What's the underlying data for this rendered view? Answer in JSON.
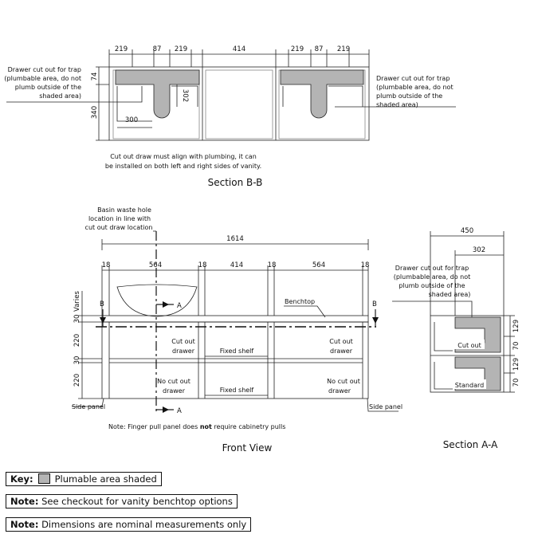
{
  "section_bb": {
    "title": "Section B-B",
    "dims_top": [
      "219",
      "87",
      "219",
      "414",
      "219",
      "87",
      "219"
    ],
    "dim_74": "74",
    "dim_340": "340",
    "dim_302": "302",
    "dim_300": "300",
    "note_left": [
      "Drawer cut out for trap",
      "(plumbable area, do not",
      "plumb outside of the",
      "shaded area)"
    ],
    "note_right": [
      "Drawer cut out for trap",
      "(plumbable area, do not",
      "plumb outside of the",
      "shaded area)"
    ],
    "note_bottom": [
      "Cut out draw must align with plumbing, it can",
      "be installed on both left and right sides of vanity."
    ]
  },
  "front_view": {
    "title": "Front View",
    "basin_note": [
      "Basin waste hole",
      "location in line with",
      "cut out draw location"
    ],
    "dim_total": "1614",
    "dims_top": [
      "18",
      "564",
      "18",
      "414",
      "18",
      "564",
      "18"
    ],
    "dims_left": [
      "Varies",
      "30",
      "220",
      "30",
      "220"
    ],
    "marker_b": "B",
    "marker_a": "A",
    "benchtop": "Benchtop",
    "cut_out_drawer": [
      "Cut out",
      "drawer"
    ],
    "fixed_shelf": "Fixed shelf",
    "no_cut_out_drawer": [
      "No cut out",
      "drawer"
    ],
    "side_panel": "Side panel",
    "note": [
      "Note:",
      " Finger pull panel does ",
      "not",
      " require cabinetry pulls"
    ]
  },
  "section_aa": {
    "title": "Section A-A",
    "dim_450": "450",
    "dim_302": "302",
    "note": [
      "Drawer cut out for trap",
      "(plumbable area, do not",
      "plumb outside of the",
      "shaded area)"
    ],
    "dims_right": [
      "129",
      "70",
      "129",
      "70"
    ],
    "cut_out": "Cut out",
    "standard": "Standard"
  },
  "key": {
    "label": "Key:",
    "text": "Plumable area shaded",
    "swatch_color": "#b4b4b4"
  },
  "notes": [
    {
      "label": "Note:",
      "text": " See checkout for vanity benchtop options"
    },
    {
      "label": "Note:",
      "text": " Dimensions are nominal measurements only"
    }
  ]
}
